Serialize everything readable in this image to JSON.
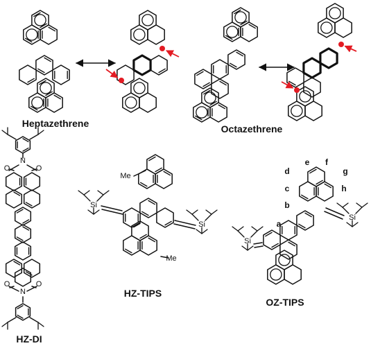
{
  "compounds": {
    "heptazethrene": "Heptazethrene",
    "octazethrene": "Octazethrene",
    "hz_di": "HZ-DI",
    "hz_tips": "HZ-TIPS",
    "oz_tips": "OZ-TIPS"
  },
  "atoms": {
    "oxygen": "O",
    "nitrogen": "N",
    "silicon": "Si",
    "methyl": "Me"
  },
  "positions": [
    "a",
    "b",
    "c",
    "d",
    "e",
    "f",
    "g",
    "h"
  ],
  "colors": {
    "bond": "#111111",
    "radical": "#e31b23"
  },
  "icons": {
    "resonance_arrow": "double-headed-arrow",
    "radical_marker": "red-dot-with-arrow"
  }
}
